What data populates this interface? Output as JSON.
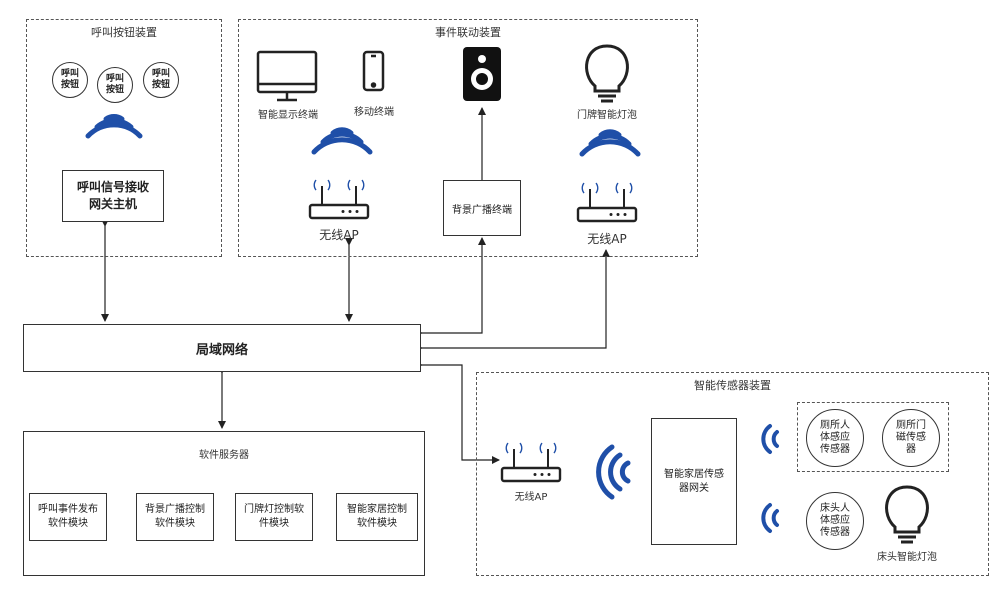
{
  "groups": {
    "call_button": "呼叫按钮装置",
    "event_linkage": "事件联动装置",
    "smart_sensor": "智能传感器装置"
  },
  "call_buttons": [
    "呼叫\n按钮",
    "呼叫\n按钮",
    "呼叫\n按钮"
  ],
  "gateway_host": "呼叫信号接收\n网关主机",
  "terminals": {
    "smart_display": "智能显示终端",
    "mobile": "移动终端",
    "door_bulb": "门牌智能灯泡",
    "broadcast": "背景广播终端"
  },
  "ap_labels": {
    "ap1": "无线AP",
    "ap2": "无线AP",
    "ap3": "无线AP"
  },
  "lan": "局域网络",
  "software": {
    "title": "软件服务器",
    "modules": [
      "呼叫事件发布\n软件模块",
      "背景广播控制\n软件模块",
      "门牌灯控制软\n件模块",
      "智能家居控制\n软件模块"
    ]
  },
  "sensor_gateway": "智能家居传感\n器网关",
  "sensors": {
    "toilet_body": "厕所人\n体感应\n传感器",
    "toilet_door": "厕所门\n磁传感\n器",
    "bed_body": "床头人\n体感应\n传感器"
  },
  "bed_bulb": "床头智能灯泡",
  "colors": {
    "wifi": "#1f4fa8",
    "line": "#333333"
  }
}
